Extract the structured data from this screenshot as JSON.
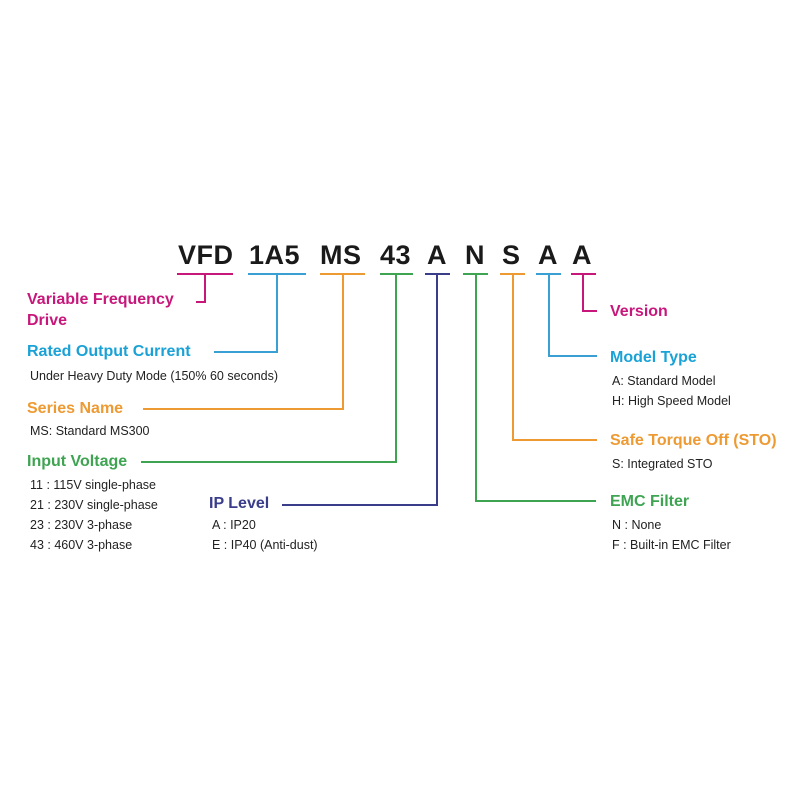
{
  "model_code": {
    "segments": [
      {
        "text": "VFD",
        "color": "#c8177b"
      },
      {
        "text": "1A5",
        "color": "#3a9fd3"
      },
      {
        "text": "MS",
        "color": "#ee9a33"
      },
      {
        "text": "43",
        "color": "#3fa452"
      },
      {
        "text": "A",
        "color": "#3a3d8a"
      },
      {
        "text": "N",
        "color": "#3fa452"
      },
      {
        "text": "S",
        "color": "#ee9a33"
      },
      {
        "text": "A",
        "color": "#3a9fd3"
      },
      {
        "text": "A",
        "color": "#c8177b"
      }
    ]
  },
  "fields": {
    "vfd": {
      "title_line1": "Variable Frequency",
      "title_line2": "Drive"
    },
    "rated_output": {
      "title": "Rated Output Current",
      "desc": "Under Heavy Duty Mode (150% 60 seconds)"
    },
    "series": {
      "title": "Series Name",
      "desc": "MS: Standard MS300"
    },
    "input_voltage": {
      "title": "Input Voltage",
      "options": [
        "11 : 115V single-phase",
        "21 : 230V single-phase",
        "23 : 230V 3-phase",
        "43 : 460V 3-phase"
      ]
    },
    "ip_level": {
      "title": "IP Level",
      "options": [
        "A : IP20",
        "E : IP40 (Anti-dust)"
      ]
    },
    "version": {
      "title": "Version"
    },
    "model_type": {
      "title": "Model Type",
      "options": [
        "A: Standard Model",
        "H: High Speed Model"
      ]
    },
    "sto": {
      "title": "Safe Torque Off (STO)",
      "options": [
        "S: Integrated STO"
      ]
    },
    "emc": {
      "title": "EMC Filter",
      "options": [
        "N : None",
        "F : Built-in EMC Filter"
      ]
    }
  }
}
